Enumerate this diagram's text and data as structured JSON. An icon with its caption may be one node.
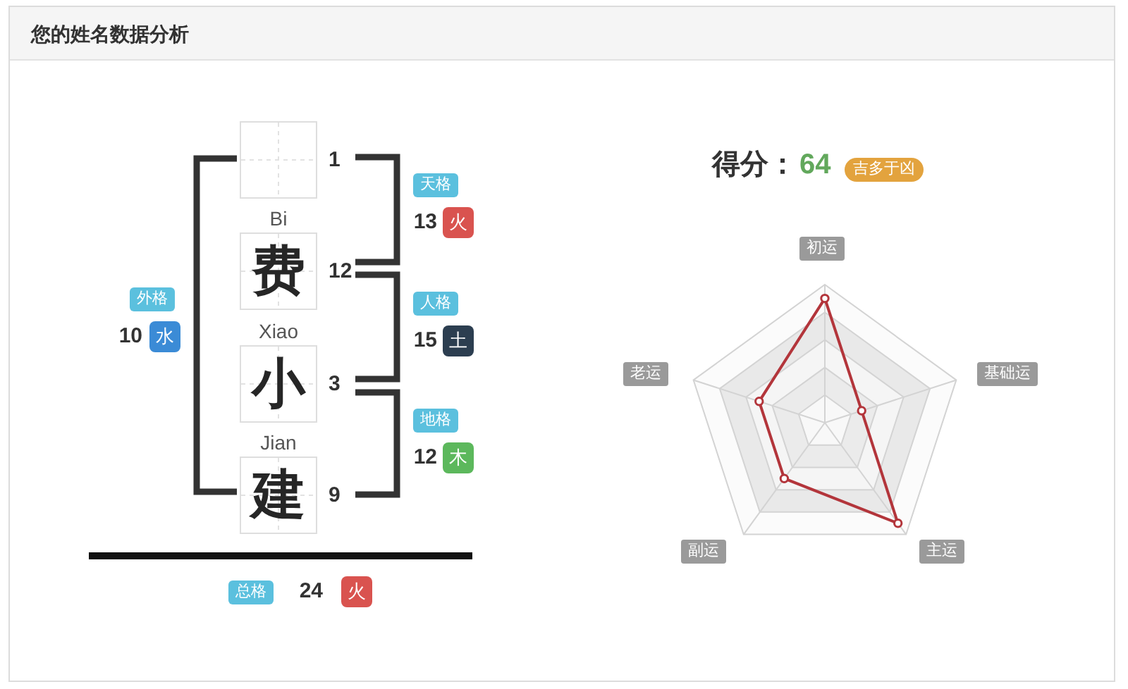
{
  "diagram": {
    "title": "您的姓名数据分析",
    "nodes": [
      {
        "text": [],
        "shape": "box",
        "beside": [
          "1"
        ]
      },
      {
        "text": [
          "天格"
        ]
      },
      {
        "text": [
          "火"
        ],
        "beside": [
          "13"
        ]
      },
      {
        "text": [
          "Bi",
          "费"
        ],
        "beside": [
          "12"
        ]
      },
      {
        "text": [
          "外格"
        ]
      },
      {
        "text": [
          "水"
        ],
        "beside": [
          "10"
        ]
      },
      {
        "text": [
          "人格"
        ]
      },
      {
        "text": [
          "土"
        ],
        "beside": [
          "15"
        ]
      },
      {
        "text": [
          "Xiao",
          "小"
        ],
        "beside": [
          "3"
        ]
      },
      {
        "text": [
          "地格"
        ]
      },
      {
        "text": [
          "木"
        ],
        "beside": [
          "12"
        ]
      },
      {
        "text": [
          "Jian",
          "建"
        ],
        "beside": [
          "9"
        ]
      },
      {
        "text": [
          "总格"
        ]
      },
      {
        "text": [
          "火"
        ],
        "beside": [
          "24"
        ]
      },
      {
        "text": [
          "吉多于凶"
        ]
      },
      {
        "text": [
          "初运"
        ]
      },
      {
        "text": [
          "老运"
        ]
      },
      {
        "text": [
          "基础运"
        ]
      },
      {
        "text": [
          "副运"
        ]
      },
      {
        "text": [
          "主运"
        ]
      }
    ],
    "labels": [
      "得分：",
      "64"
    ]
  }
}
